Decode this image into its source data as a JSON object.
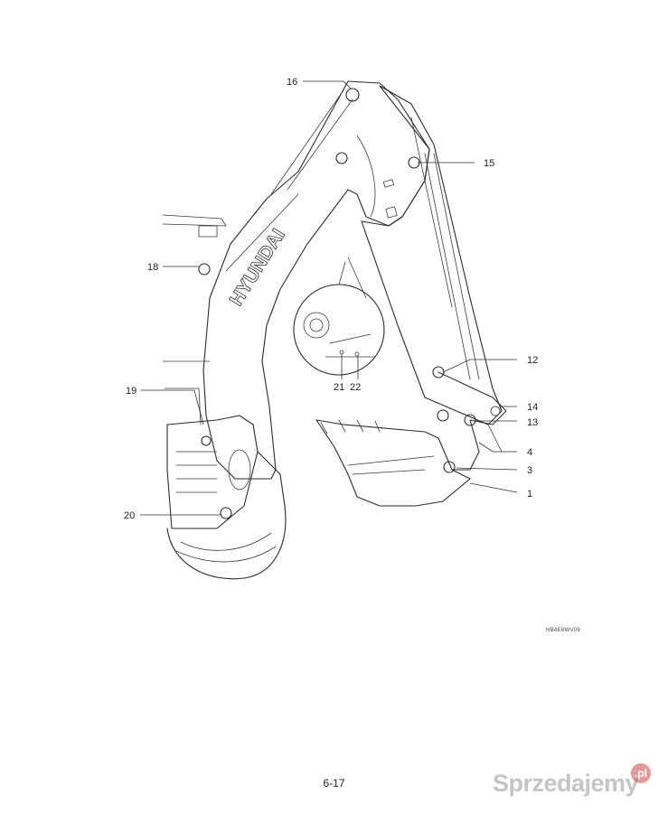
{
  "figure": {
    "brand_on_boom": "HYUNDAI",
    "callouts": [
      "16",
      "15",
      "18",
      "12",
      "21",
      "22",
      "19",
      "14",
      "13",
      "4",
      "3",
      "20",
      "1"
    ],
    "code": "HB4E6WV09"
  },
  "page": {
    "number": "6-17"
  },
  "watermark": {
    "text": "Sprzedajemy",
    "badge": ".pl"
  }
}
